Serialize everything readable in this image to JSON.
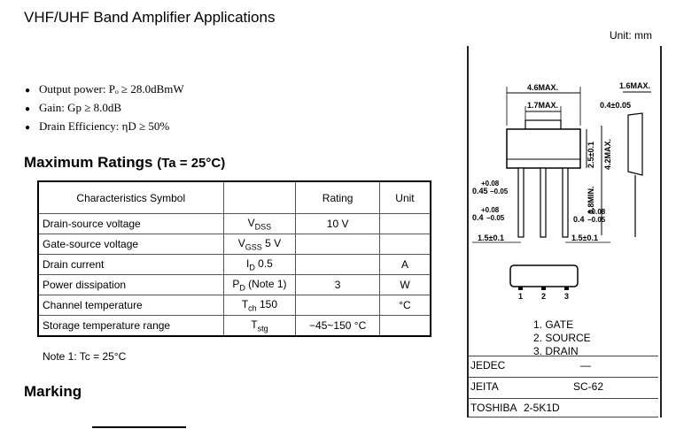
{
  "title": "VHF/UHF Band Amplifier Applications",
  "unit_label": "Unit: mm",
  "features": [
    "Output power: Pₒ ≥ 28.0dBmW",
    "Gain: Gp ≥ 8.0dB",
    "Drain Efficiency: ηD ≥ 50%"
  ],
  "ratings": {
    "title": "Maximum Ratings",
    "condition": "(Ta = 25°C)",
    "headers": {
      "char_symbol": "Characteristics Symbol",
      "rating": "Rating",
      "unit": "Unit"
    },
    "rows": [
      {
        "char": "Drain-source voltage",
        "sym_main": "V",
        "sym_sub": "DSS",
        "sym_suffix": "",
        "rating": "10 V",
        "unit": ""
      },
      {
        "char": "Gate-source voltage",
        "sym_main": "V",
        "sym_sub": "GSS",
        "sym_suffix": " 5 V",
        "rating": "",
        "unit": ""
      },
      {
        "char": "Drain current",
        "sym_main": "I",
        "sym_sub": "D",
        "sym_suffix": " 0.5",
        "rating": "",
        "unit": "A"
      },
      {
        "char": "Power dissipation",
        "sym_main": "P",
        "sym_sub": "D",
        "sym_suffix": " (Note 1)",
        "rating": "3",
        "unit": "W"
      },
      {
        "char": "Channel temperature",
        "sym_main": "T",
        "sym_sub": "ch",
        "sym_suffix": " 150",
        "rating": "",
        "unit": "°C"
      },
      {
        "char": "Storage temperature range",
        "sym_main": "T",
        "sym_sub": "stg",
        "sym_suffix": "",
        "rating": "−45~150 °C",
        "unit": ""
      }
    ]
  },
  "note": "Note 1:   Tc = 25°C",
  "marking_title": "Marking",
  "package": {
    "dims": {
      "width_total": "4.6MAX.",
      "tab_width": "1.7MAX.",
      "side_height": "1.6MAX.",
      "tab_thick": "0.4±0.05",
      "h1": "2.5±0.1",
      "h2": "4.2MAX.",
      "h3": "0.8MIN.",
      "lead1_tol_main": "0.45",
      "lead1_tol_plus": "+0.08",
      "lead1_tol_minus": "−0.05",
      "lead2_tol_main": "0.4",
      "lead2_tol_plus": "+0.08",
      "lead2_tol_minus": "−0.05",
      "lead3_tol_main": "0.4",
      "lead3_tol_plus": "+0.08",
      "lead3_tol_minus": "−0.05",
      "pitch1": "1.5±0.1",
      "pitch2": "1.5±0.1"
    },
    "pin_numbers": [
      "1",
      "2",
      "3"
    ],
    "pins": [
      "1.  GATE",
      "2.  SOURCE",
      "3.  DRAIN"
    ],
    "standards": [
      {
        "org": "JEDEC",
        "value": "—"
      },
      {
        "org": "JEITA",
        "value": "SC-62"
      },
      {
        "org": "TOSHIBA",
        "value": "2-5K1D"
      }
    ]
  }
}
